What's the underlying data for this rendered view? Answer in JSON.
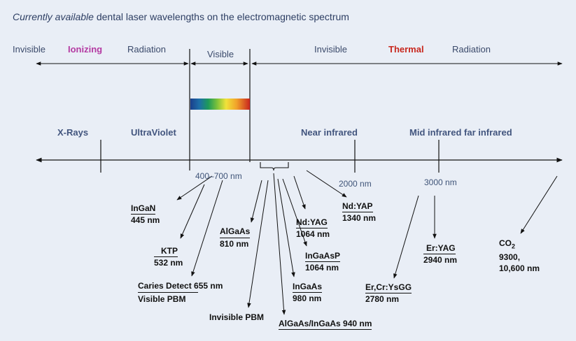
{
  "title": {
    "italic": "Currently available",
    "rest": " dental laser wavelengths on the electromagnetic spectrum"
  },
  "bands": {
    "invisible_left": "Invisible",
    "ionizing": "Ionizing",
    "radiation_left": "Radiation",
    "visible": "Visible",
    "invisible_right": "Invisible",
    "thermal": "Thermal",
    "radiation_right": "Radiation"
  },
  "regions": {
    "xrays": "X-Rays",
    "uv": "UltraViolet",
    "near_ir": "Near infrared",
    "mid_far_ir": "Mid infrared far infrared"
  },
  "ticks": {
    "t400": "400–700 nm",
    "t2000": "2000 nm",
    "t3000": "3000 nm"
  },
  "lasers": {
    "ingan": {
      "name": "InGaN",
      "wl": "445 nm"
    },
    "ktp": {
      "name": "KTP",
      "wl": "532 nm"
    },
    "caries": {
      "name": "Caries Detect 655 nm",
      "wl": "Visible PBM"
    },
    "algaas": {
      "name": "AlGaAs",
      "wl": "810 nm"
    },
    "invisible_pbm": {
      "name": "Invisible PBM"
    },
    "ndyag": {
      "name": "Nd:YAG",
      "wl": "1064 nm"
    },
    "ingaasp": {
      "name": "InGaAsP",
      "wl": "1064 nm"
    },
    "ingaas": {
      "name": "InGaAs",
      "wl": "980 nm"
    },
    "algaas_ingaas": {
      "name": "AlGaAs/InGaAs 940 nm"
    },
    "ndyap": {
      "name": "Nd:YAP",
      "wl": "1340 nm"
    },
    "ercrysgg": {
      "name": "Er,Cr:YsGG",
      "wl": "2780 nm"
    },
    "eryag": {
      "name": "Er:YAG",
      "wl": "2940 nm"
    },
    "co2": {
      "name": "CO",
      "sub": "2",
      "wl1": "9300,",
      "wl2": "10,600 nm"
    }
  },
  "colors": {
    "background": "#e9eef6",
    "ionizing": "#b43aa2",
    "thermal": "#c8281e",
    "heading": "#42557e",
    "line": "#111111"
  }
}
